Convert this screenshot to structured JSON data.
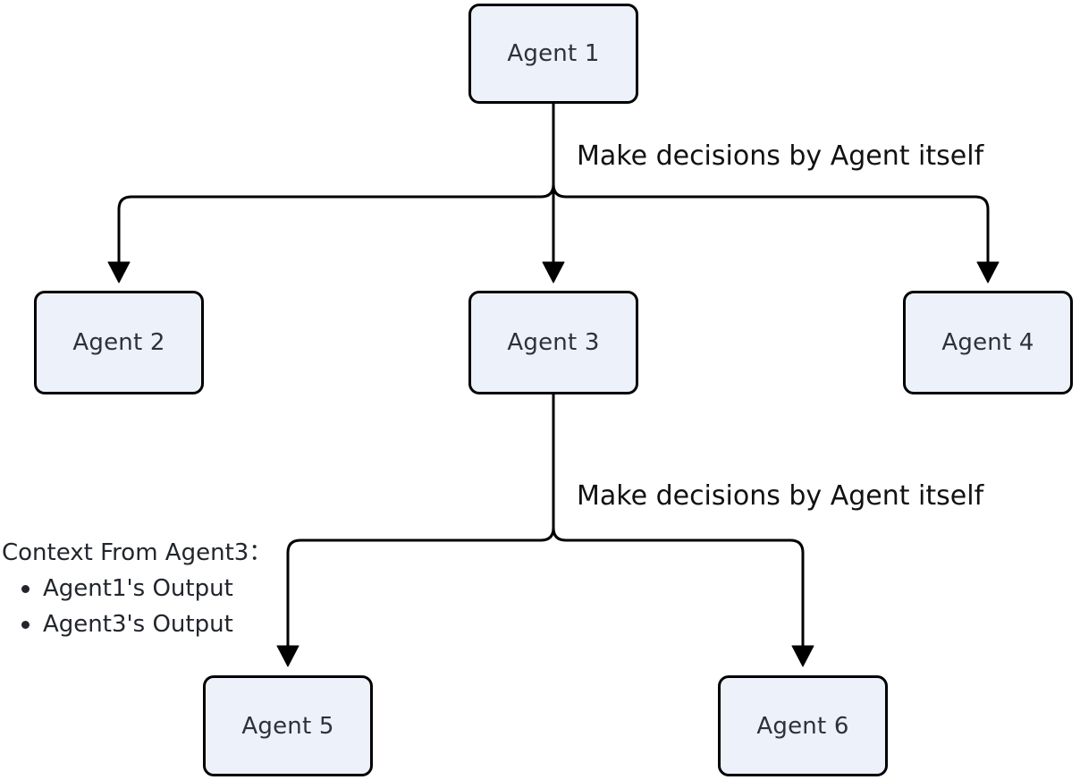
{
  "diagram": {
    "nodes": [
      {
        "id": "agent-1",
        "label": "Agent 1"
      },
      {
        "id": "agent-2",
        "label": "Agent 2"
      },
      {
        "id": "agent-3",
        "label": "Agent 3"
      },
      {
        "id": "agent-4",
        "label": "Agent 4"
      },
      {
        "id": "agent-5",
        "label": "Agent 5"
      },
      {
        "id": "agent-6",
        "label": "Agent 6"
      }
    ],
    "edge_labels": [
      {
        "text": "Make decisions by Agent itself"
      },
      {
        "text": "Make decisions by Agent itself"
      }
    ],
    "context_note": {
      "title": "Context From Agent3：",
      "items": [
        "Agent1's Output",
        "Agent3's Output"
      ]
    },
    "colors": {
      "node_fill": "#edf1fa",
      "node_border": "#000000",
      "node_text": "#2b323b",
      "line": "#000000",
      "label_text": "#111111"
    }
  }
}
